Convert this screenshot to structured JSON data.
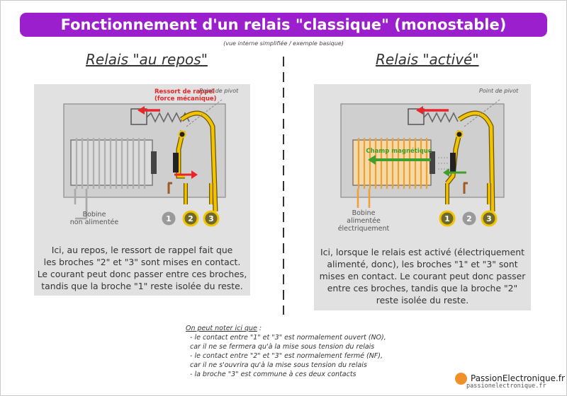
{
  "title": "Fonctionnement d'un relais \"classique\" (monostable)",
  "subtitle": "(vue interne simplifiée / exemple basique)",
  "left": {
    "heading": "Relais \"au repos\"",
    "spring_label_1": "Ressort de rappel",
    "spring_label_2": "(force mécanique)",
    "pivot_label": "Point de pivot",
    "coil_label_1": "Bobine",
    "coil_label_2": "non alimentée",
    "pins": [
      "1",
      "2",
      "3"
    ],
    "description": [
      "Ici, au repos, le ressort de rappel fait que",
      "les broches \"2\" et \"3\" sont mises en contact.",
      "Le courant peut donc passer entre ces broches,",
      "tandis que la broche \"1\" reste isolée du reste."
    ]
  },
  "right": {
    "heading": "Relais \"activé\"",
    "pivot_label": "Point de pivot",
    "field_label": "Champ magnétique",
    "coil_label_1": "Bobine",
    "coil_label_2": "alimentée",
    "coil_label_3": "électriquement",
    "pins": [
      "1",
      "2",
      "3"
    ],
    "description": [
      "Ici, lorsque le relais est activé (électriquement",
      "alimenté, donc), les broches \"1\" et \"3\" sont",
      "mises en contact. Le courant peut donc passer",
      "entre ces broches, tandis que la broche \"2\"",
      "reste isolée du reste."
    ]
  },
  "notes": {
    "heading": "On peut noter ici que",
    "heading_suffix": " :",
    "items": [
      "- le contact entre \"1\" et \"3\" est normalement ouvert (NO),",
      "  car il ne se fermera qu'à la mise sous tension du relais",
      "- le contact entre \"2\" et \"3\" est normalement fermé (NF),",
      "  car il ne s'ouvrira qu'à la mise sous tension du relais",
      "- la broche \"3\" est commune à ces deux contacts"
    ]
  },
  "brand": "PassionElectronique.fr",
  "url": "passionelectronique.fr",
  "colors": {
    "banner": "#9b1fcc",
    "panel": "#e1e1e1",
    "relay_body": "#cfcfcf",
    "conductor": "#f2c400",
    "arrow_red": "#e8262a",
    "arrow_green": "#3f9e2c",
    "coil_active": "#f0a030",
    "coil_idle": "#b8b8b8",
    "pin_active": "#6e6a2e",
    "pin_idle": "#9a9a9a",
    "terminal": "#a05a28"
  }
}
